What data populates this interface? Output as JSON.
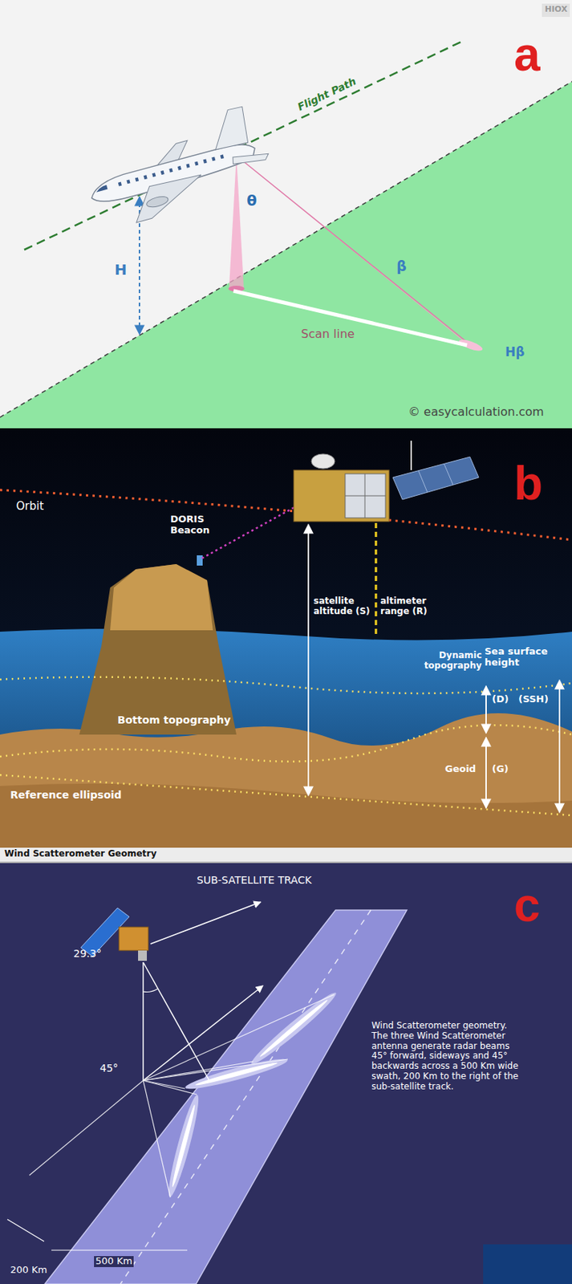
{
  "diagram": {
    "labels": [
      "HIOX",
      "a",
      "Flight Path",
      "θ",
      "H",
      "β",
      "Scan line",
      "Hβ",
      "© easycalculation.com",
      "b",
      "Orbit",
      "DORIS Beacon",
      "satellite altitude (S)",
      "altimeter range (R)",
      "Sea surface height",
      "Dynamic topography",
      "(D)",
      "(SSH)",
      "Geoid",
      "(G)",
      "Bottom topography",
      "Reference ellipsoid",
      "Wind Scatterometer Geometry",
      "c",
      "SUB-SATELLITE TRACK",
      "29.3°",
      "45°",
      "200 Km",
      "500 Km",
      "Wind Scatterometer geometry. The three Wind Scatterometer antenna generate radar beams 45° forward, sideways and 45° backwards across a 500 Km wide swath, 200 Km to the right of the sub-satellite track."
    ]
  }
}
